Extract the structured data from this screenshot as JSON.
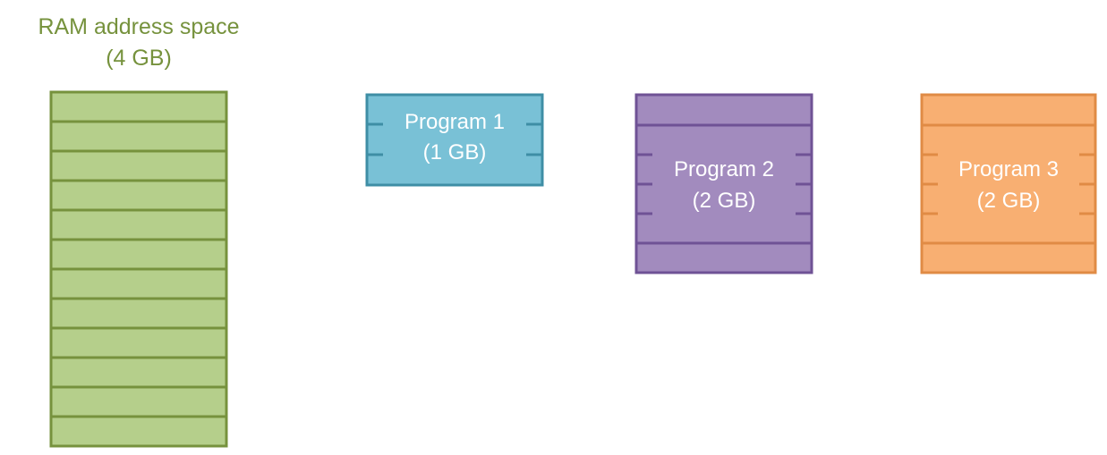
{
  "ram": {
    "title_line1": "RAM address space",
    "title_line2": "(4 GB)",
    "row_count": 12,
    "fill": "#b5cf8b",
    "stroke": "#76923d",
    "title_color": "#76923d"
  },
  "programs": [
    {
      "line1": "Program 1",
      "line2": "(1 GB)",
      "fill": "#79c1d6",
      "stroke": "#3e8ea5",
      "text_color": "#ffffff"
    },
    {
      "line1": "Program 2",
      "line2": "(2 GB)",
      "fill": "#a28bbe",
      "stroke": "#6f5295",
      "text_color": "#ffffff"
    },
    {
      "line1": "Program 3",
      "line2": "(2 GB)",
      "fill": "#f8af72",
      "stroke": "#e08b45",
      "text_color": "#ffffff"
    }
  ]
}
